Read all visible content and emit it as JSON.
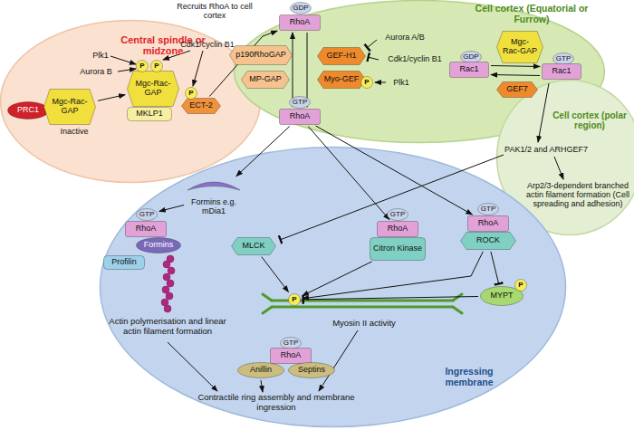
{
  "diagram": {
    "nodes": [
      {
        "text": [
          "Central spindle or midzone"
        ]
      },
      {
        "text": [
          "PRC1"
        ],
        "in": 0
      },
      {
        "text": [
          "Mgc-Rac-GAP"
        ],
        "in": 0
      },
      {
        "text": [
          "Mgc-Rac-GAP"
        ],
        "in": 0
      },
      {
        "text": [
          "MKLP1"
        ],
        "in": 0
      },
      {
        "text": [
          "ECT-2"
        ],
        "in": 0
      },
      {
        "text": [
          "P"
        ],
        "in": 0
      },
      {
        "text": [
          "P"
        ],
        "in": 0
      },
      {
        "text": [
          "P"
        ],
        "in": 0
      },
      {
        "text": [
          "Cell cortex (Equatorial or Furrow)"
        ]
      },
      {
        "text": [
          "GDP"
        ],
        "in": 9
      },
      {
        "text": [
          "RhoA"
        ],
        "in": 9
      },
      {
        "text": [
          "p190RhoGAP"
        ],
        "in": 9
      },
      {
        "text": [
          "MP-GAP"
        ],
        "in": 9
      },
      {
        "text": [
          "GEF-H1"
        ],
        "in": 9
      },
      {
        "text": [
          "Myo-GEF"
        ],
        "in": 9
      },
      {
        "text": [
          "P"
        ],
        "in": 9
      },
      {
        "text": [
          "GTP"
        ],
        "in": 9
      },
      {
        "text": [
          "RhoA"
        ],
        "in": 9
      },
      {
        "text": [
          "Mgc-Rac-GAP"
        ],
        "in": 9
      },
      {
        "text": [
          "GDP"
        ],
        "in": 9
      },
      {
        "text": [
          "Rac1"
        ],
        "in": 9
      },
      {
        "text": [
          "GEF7"
        ],
        "in": 9
      },
      {
        "text": [
          "GTP"
        ],
        "in": 9
      },
      {
        "text": [
          "Rac1"
        ],
        "in": 9
      },
      {
        "text": [
          "Cell cortex (polar region)"
        ]
      },
      {
        "text": [
          "Ingressing membrane"
        ]
      },
      {
        "text": [
          "Formins e.g. mDia1"
        ],
        "in": 26
      },
      {
        "text": [
          "GTP"
        ],
        "in": 26
      },
      {
        "text": [
          "RhoA"
        ],
        "in": 26
      },
      {
        "text": [
          "Formins"
        ],
        "in": 26
      },
      {
        "text": [
          "Profilin"
        ],
        "in": 26
      },
      {
        "text": [
          "MLCK"
        ],
        "in": 26
      },
      {
        "text": [
          "GTP"
        ],
        "in": 26
      },
      {
        "text": [
          "RhoA"
        ],
        "in": 26
      },
      {
        "text": [
          "Citron Kinase"
        ],
        "in": 26
      },
      {
        "text": [
          "GTP"
        ],
        "in": 26
      },
      {
        "text": [
          "RhoA"
        ],
        "in": 26
      },
      {
        "text": [
          "ROCK"
        ],
        "in": 26
      },
      {
        "text": [
          "MYPT"
        ],
        "in": 26
      },
      {
        "text": [
          "P"
        ],
        "in": 26
      },
      {
        "text": [
          "P"
        ],
        "in": 26
      },
      {
        "text": [
          "GTP"
        ],
        "in": 26
      },
      {
        "text": [
          "RhoA"
        ],
        "in": 26
      },
      {
        "text": [
          "Anillin"
        ],
        "in": 26
      },
      {
        "text": [
          "Septins"
        ],
        "in": 26
      }
    ],
    "edges": [
      {
        "from": 2,
        "to": 3,
        "arrow": "to"
      },
      {
        "from": 5,
        "to": 11,
        "label": "Recruits RhoA to cell cortex",
        "arrow": "to"
      },
      {
        "from": 11,
        "to": 18,
        "arrow": "to"
      },
      {
        "from": 18,
        "to": 11,
        "arrow": "to"
      },
      {
        "from": 21,
        "to": 24,
        "arrow": "to"
      },
      {
        "from": 24,
        "to": 21,
        "arrow": "to"
      },
      {
        "from": 18,
        "to": 27,
        "arrow": "to"
      },
      {
        "from": 18,
        "to": 34,
        "arrow": "to"
      },
      {
        "from": 18,
        "to": 37,
        "arrow": "to"
      },
      {
        "from": 27,
        "to": 28,
        "arrow": "to"
      },
      {
        "from": 32,
        "to": 41,
        "arrow": "to"
      },
      {
        "from": 35,
        "to": 41,
        "arrow": "to"
      },
      {
        "from": 38,
        "to": 41,
        "arrow": "to"
      },
      {
        "from": 38,
        "to": 39,
        "arrow": "to"
      },
      {
        "from": 39,
        "to": 41,
        "arrow": "to"
      }
    ],
    "labels": [
      "Inactive",
      "Plk1",
      "Aurora B",
      "Cdk1/cyclin B1",
      "Aurora A/B",
      "Cdk1/cyclin B1",
      "Plk1",
      "PAK1/2 and ARHGEF7",
      "Arp2/3-dependent branched actin filament formation (Cell spreading and adhesion)",
      "Actin polymerisation and linear actin filament formation",
      "Myosin II activity",
      "Contractile ring assembly and membrane ingression"
    ]
  }
}
